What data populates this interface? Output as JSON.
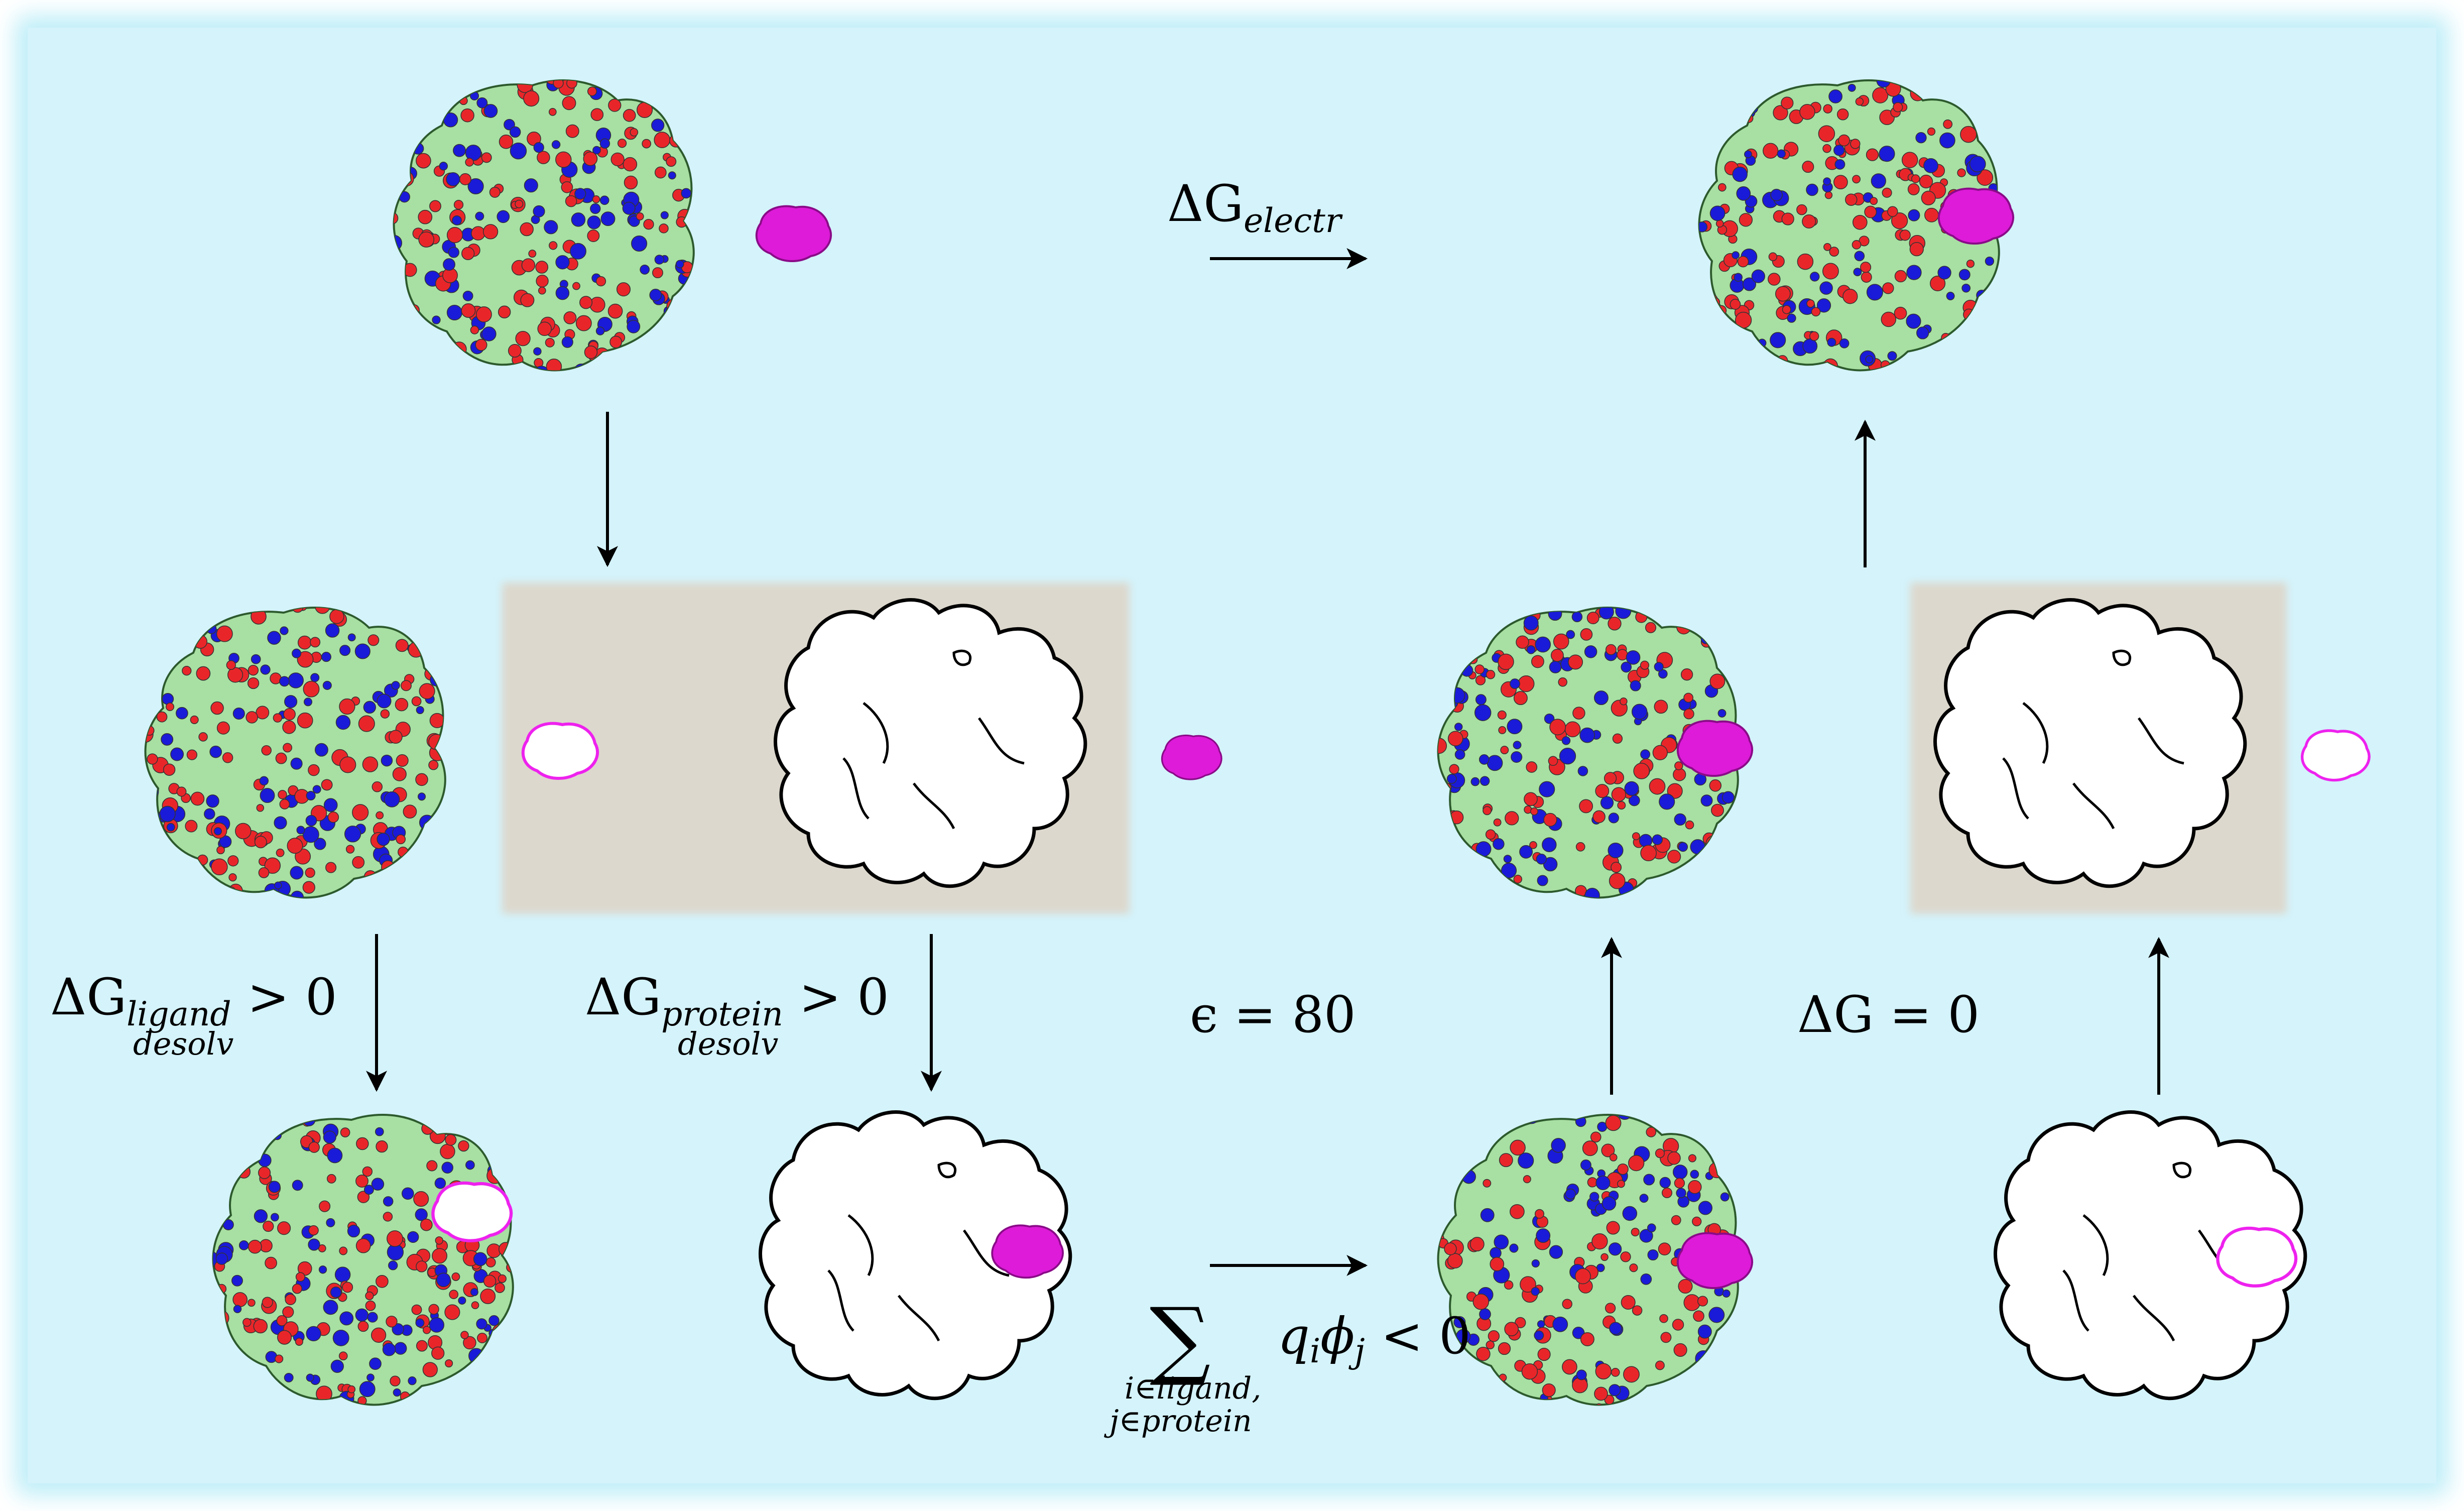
{
  "colors": {
    "background_panel": "#d4f3fb",
    "unsolvated_box": "#ddd8cd",
    "protein_surface_green": "#a8dfa2",
    "atom_oxygen_red": "#e8262a",
    "atom_nitrogen_blue": "#1a1ad9",
    "ligand_magenta": "#dd1bd8",
    "ligand_outline": "#ee22ee",
    "outline_black": "#000000"
  },
  "labels": {
    "dg_electr": {
      "main": "ΔG",
      "sub": "electr"
    },
    "dg_ligand": {
      "main": "ΔG",
      "sub": "ligand",
      "tail": " > 0",
      "subsub": "desolv"
    },
    "dg_protein": {
      "main": "ΔG",
      "sub": "protein",
      "tail": " > 0",
      "subsub": "desolv"
    },
    "epsilon": "ϵ = 80",
    "dg_zero": "ΔG = 0",
    "sum": {
      "symbol": "∑",
      "expr_q": "q",
      "sub_i": "i",
      "expr_phi": "ϕ",
      "sub_j": "j",
      "tail": " < 0",
      "below1": "i∈ligand,",
      "below2": "j∈protein"
    }
  },
  "icons": {
    "protein_colored": "protein-surface-colored-icon",
    "protein_outline": "protein-outline-icon",
    "ligand_solid": "ligand-magenta-icon",
    "ligand_outline": "ligand-outline-icon",
    "arrow": "arrow-icon"
  }
}
